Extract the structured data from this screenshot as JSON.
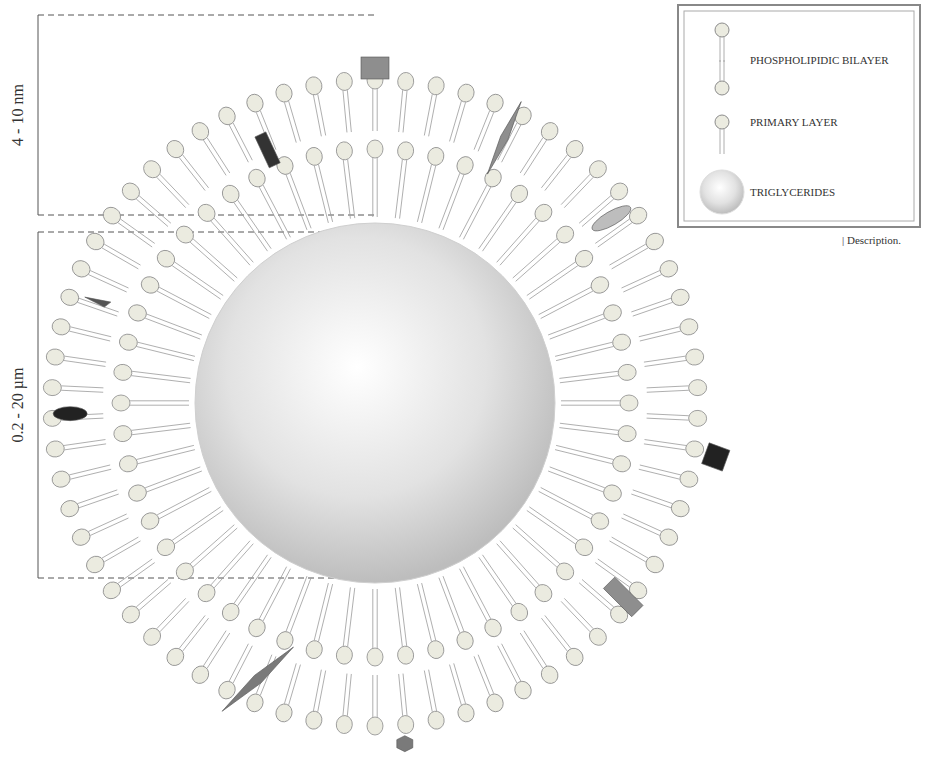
{
  "diagram": {
    "labels": [
      "4 - 10 nm",
      "0.2 - 20 µm",
      "| Description."
    ],
    "legend": [
      {
        "text": "PHOSPHOLIPIDIC BILAYER"
      },
      {
        "text": "PRIMARY LAYER"
      },
      {
        "text": "TRIGLYCERIDES"
      }
    ]
  }
}
